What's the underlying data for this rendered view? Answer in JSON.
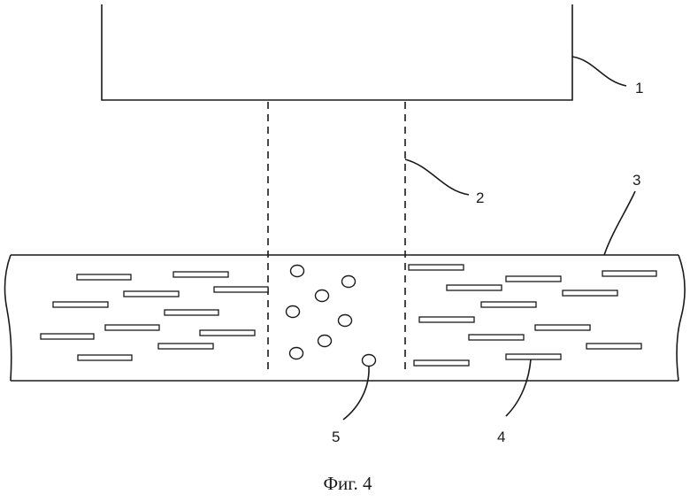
{
  "labels": {
    "l1": "1",
    "l2": "2",
    "l3": "3",
    "l4": "4",
    "l5": "5"
  },
  "caption": "Фиг. 4"
}
